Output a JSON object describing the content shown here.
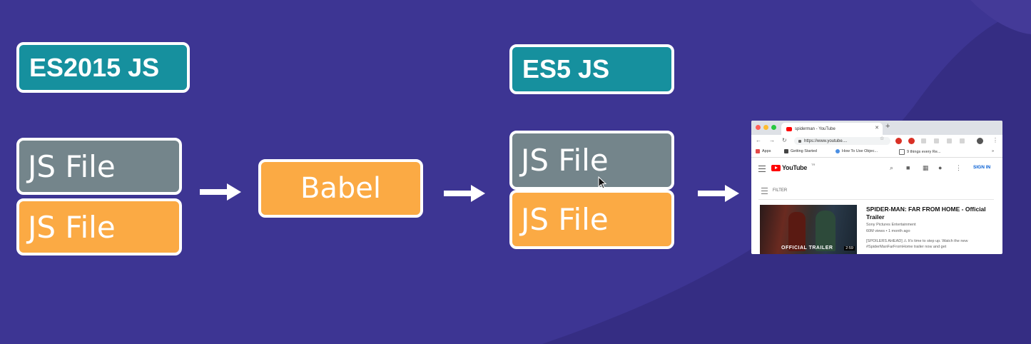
{
  "colors": {
    "background": "#3d3593",
    "teal": "#16909e",
    "gray": "#74858b",
    "orange": "#fbaa44",
    "white": "#ffffff"
  },
  "source": {
    "heading": "ES2015 JS",
    "files": [
      "JS File",
      "JS File"
    ]
  },
  "babel": {
    "label": "Babel"
  },
  "output": {
    "heading": "ES5 JS",
    "files": [
      "JS File",
      "JS File"
    ]
  },
  "browser": {
    "tab_title": "spiderman - YouTube",
    "url": "https://www.youtube....",
    "bookmarks": [
      "Apps",
      "Getting Started",
      "How To Use Objec...",
      "9 things every Re..."
    ],
    "youtube": {
      "logo": "YouTube",
      "region": "TR",
      "signin": "SIGN IN",
      "filter": "FILTER",
      "video": {
        "thumbnail_caption": "OFFICIAL TRAILER",
        "duration": "2:59",
        "title": "SPIDER-MAN: FAR FROM HOME - Official Trailer",
        "channel": "Sony Pictures Entertainment",
        "stats": "60M views • 1 month ago",
        "description": "[SPOILERS AHEAD] ⚠ It's time to step up. Watch the new #SpiderManFarFromHome trailer now and get"
      }
    }
  }
}
